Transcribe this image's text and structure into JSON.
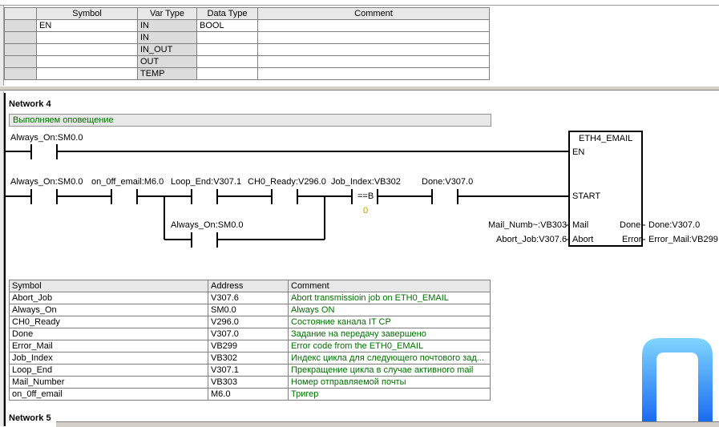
{
  "var_table": {
    "headers": [
      "Symbol",
      "Var Type",
      "Data Type",
      "Comment"
    ],
    "rows": [
      {
        "symbol": "EN",
        "var_type": "IN",
        "data_type": "BOOL",
        "comment": ""
      },
      {
        "symbol": "",
        "var_type": "IN",
        "data_type": "",
        "comment": ""
      },
      {
        "symbol": "",
        "var_type": "IN_OUT",
        "data_type": "",
        "comment": ""
      },
      {
        "symbol": "",
        "var_type": "OUT",
        "data_type": "",
        "comment": ""
      },
      {
        "symbol": "",
        "var_type": "TEMP",
        "data_type": "",
        "comment": ""
      }
    ]
  },
  "network4": {
    "title": "Network 4",
    "comment": "Выполняем оповещение",
    "rung1": {
      "contact": "Always_On:SM0.0"
    },
    "rung2": {
      "contacts": [
        "Always_On:SM0.0",
        "on_0ff_email:M6.0",
        "Loop_End:V307.1",
        "CH0_Ready:V296.0",
        "Job_Index:VB302",
        "Done:V307.0"
      ],
      "compare_op": "==B",
      "compare_val": "0",
      "parallel": "Always_On:SM0.0"
    },
    "block": {
      "name": "ETH4_EMAIL",
      "in_en": "EN",
      "in_start": "START",
      "in_mail": "Mail",
      "in_abort": "Abort",
      "out_done": "Done",
      "out_error": "Error",
      "arg_mail": "Mail_Numb~:VB303",
      "arg_abort": "Abort_Job:V307.6",
      "arg_done": "Done:V307.0",
      "arg_error": "Error_Mail:VB299"
    }
  },
  "symbol_table": {
    "headers": [
      "Symbol",
      "Address",
      "Comment"
    ],
    "rows": [
      {
        "symbol": "Abort_Job",
        "address": "V307.6",
        "comment": "Abort transmissioin job on ETH0_EMAIL"
      },
      {
        "symbol": "Always_On",
        "address": "SM0.0",
        "comment": "Always ON"
      },
      {
        "symbol": "CH0_Ready",
        "address": "V296.0",
        "comment": "Состояние канала IT CP"
      },
      {
        "symbol": "Done",
        "address": "V307.0",
        "comment": "Задание на передачу завершено"
      },
      {
        "symbol": "Error_Mail",
        "address": "VB299",
        "comment": "Error code from the ETH0_EMAIL"
      },
      {
        "symbol": "Job_Index",
        "address": "VB302",
        "comment": "Индекс цикла для следующего почтового зад..."
      },
      {
        "symbol": "Loop_End",
        "address": "V307.1",
        "comment": "Прекращение цикла в случае активного mail"
      },
      {
        "symbol": "Mail_Number",
        "address": "VB303",
        "comment": "Номер отправляемой почты"
      },
      {
        "symbol": "on_0ff_email",
        "address": "M6.0",
        "comment": "Тригер"
      }
    ]
  },
  "network5": {
    "title": "Network 5"
  },
  "colors": {
    "comment_green": "#007000",
    "compare_olive": "#b0a000",
    "logo_blue": "#1a6cf0"
  }
}
